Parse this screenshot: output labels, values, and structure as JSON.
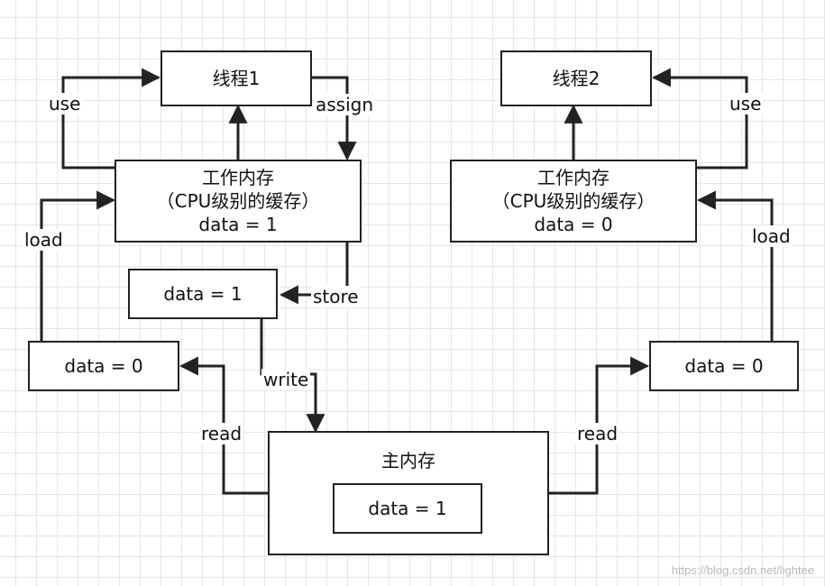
{
  "boxes": {
    "thread1": "线程1",
    "thread2": "线程2",
    "wm1_title": "工作内存",
    "wm1_sub": "（CPU级别的缓存）",
    "wm1_data": "data = 1",
    "wm2_title": "工作内存",
    "wm2_sub": "（CPU级别的缓存）",
    "wm2_data": "data = 0",
    "store_data": "data = 1",
    "left_read_data": "data = 0",
    "right_read_data": "data = 0",
    "main_title": "主内存",
    "main_data": "data = 1"
  },
  "labels": {
    "use_left": "use",
    "assign": "assign",
    "load_left": "load",
    "store": "store",
    "write": "write",
    "read_left": "read",
    "use_right": "use",
    "load_right": "load",
    "read_right": "read"
  },
  "watermark": "https://blog.csdn.net/lightee"
}
